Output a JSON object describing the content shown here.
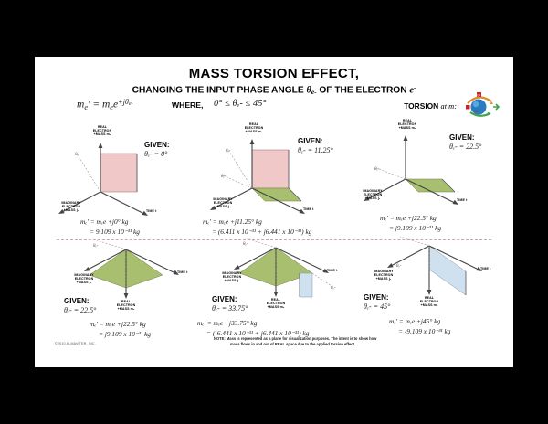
{
  "header": {
    "title_line1": "MASS TORSION EFFECT,",
    "title_line2_a": "CHANGING THE INPUT PHASE ANGLE ",
    "title_line2_theta": "θ",
    "title_line2_theta_sub": "e-",
    "title_line2_b": " OF THE ELECTRON ",
    "title_line2_e": "e",
    "title_line2_e_sup": "-",
    "main_formula": "mₑ′ = mₑe ",
    "main_formula_full": "mₑ' = mₑe +jθₑ-",
    "where_label": "WHERE,",
    "where_condition": "0° ≤ θₑ- ≤ 45°",
    "torsion_label": "TORSION",
    "torsion_label_italic": "at m:",
    "torsion_icon": "torsion-angular-momentum-icon"
  },
  "axes": {
    "real": "REAL\nELECTRON\n+MASS mₑ",
    "real_l1": "REAL",
    "real_l2": "ELECTRON",
    "real_l3": "+MASS mₑ",
    "imaginary_l1": "IMAGINARY",
    "imaginary_l2": "ELECTRON",
    "imaginary_l3": "+MASS j₁",
    "time": "TIME t",
    "theta_tick": "θₑ-"
  },
  "given_word": "GIVEN:",
  "panels": [
    {
      "id": "panel-0deg",
      "angle": "θₑ- = 0°",
      "angle_value": 0,
      "eq_line1": "mₑ' = mₑe +j0° kg",
      "eq_line2": "= 9.109 x 10⁻³¹ kg",
      "plane_real_color": "#f0c8c8",
      "plane_imag_color": "#a8bf6f",
      "shows_real_plane": true,
      "shows_imag_plane": false,
      "shows_time_plane": false
    },
    {
      "id": "panel-11-25deg",
      "angle": "θₑ- = 11.25°",
      "angle_value": 11.25,
      "eq_line1": "mₑ' = mₑe +j11.25° kg",
      "eq_line2": "= (6.411 x 10⁻³¹ + j6.441 x 10⁻³¹) kg",
      "plane_real_color": "#f0c8c8",
      "plane_imag_color": "#a8bf6f",
      "shows_real_plane": true,
      "shows_imag_plane": true,
      "shows_time_plane": false
    },
    {
      "id": "panel-22-5deg-top",
      "angle": "θₑ- = 22.5°",
      "angle_value": 22.5,
      "eq_line1": "mₑ' = mₑe +j22.5° kg",
      "eq_line2": "= j9.109 x 10⁻³¹ kg",
      "plane_real_color": "#f0c8c8",
      "plane_imag_color": "#a8bf6f",
      "shows_real_plane": false,
      "shows_imag_plane": true,
      "shows_time_plane": false
    },
    {
      "id": "panel-22-5deg-bottom",
      "angle": "θₑ- = 22.5°",
      "angle_value": 22.5,
      "eq_line1": "mₑ' = mₑe +j22.5° kg",
      "eq_line2": "= j9.109 x 10⁻³¹ kg",
      "plane_real_color": "#f0c8c8",
      "plane_imag_color": "#a8bf6f",
      "shows_real_plane": false,
      "shows_imag_plane": true,
      "shows_time_plane": false
    },
    {
      "id": "panel-33-75deg",
      "angle": "θₑ- = 33.75°",
      "angle_value": 33.75,
      "eq_line1": "mₑ' = mₑe +j33.75° kg",
      "eq_line2": "= (-6.441 x 10⁻³¹ + j6.441 x 10⁻³¹) kg",
      "plane_real_color": "#cfe0ef",
      "plane_imag_color": "#a8bf6f",
      "shows_real_plane": false,
      "shows_imag_plane": true,
      "shows_time_plane": true
    },
    {
      "id": "panel-45deg",
      "angle": "θₑ- = 45°",
      "angle_value": 45,
      "eq_line1": "mₑ' = mₑe +j45° kg",
      "eq_line2": "= -9.109 x 10⁻³¹ kg",
      "plane_real_color": "#cfe0ef",
      "plane_imag_color": "#a8bf6f",
      "shows_real_plane": false,
      "shows_imag_plane": false,
      "shows_time_plane": true
    }
  ],
  "footer": {
    "note_head": "NOTE:",
    "note_line1": " Mass is represented as a plane for visualization purposes. The intent is to show how",
    "note_line2": "mass flows in and out of REAL space due to the applied torsion effect.",
    "copyright": "©2010 ALMAVITER, INC."
  },
  "colors": {
    "plane_pink": "#f0c8c8",
    "plane_green": "#a8bf6f",
    "plane_blue": "#cfe0ef",
    "divider": "#c8a8a8",
    "background": "#000000",
    "slide": "#ffffff"
  }
}
